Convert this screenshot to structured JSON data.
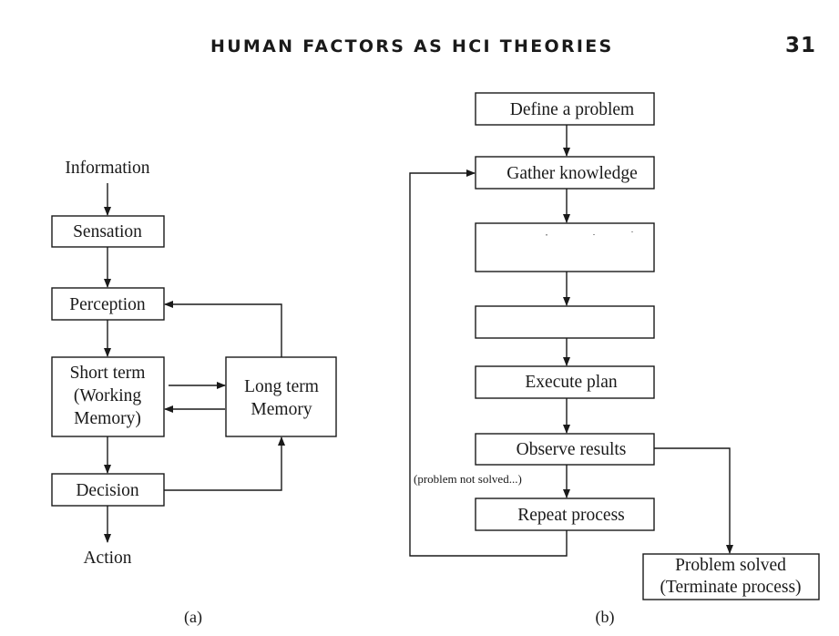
{
  "header": {
    "running_title": "HUMAN FACTORS AS HCI THEORIES",
    "page_number": "31"
  },
  "diagram_a": {
    "caption": "(a)",
    "information": "Information",
    "sensation": "Sensation",
    "perception": "Perception",
    "short_term": [
      "Short term",
      "(Working",
      "Memory)"
    ],
    "long_term": [
      "Long term",
      "Memory"
    ],
    "decision": "Decision",
    "action": "Action"
  },
  "diagram_b": {
    "caption": "(b)",
    "define_problem": "Define a problem",
    "gather_knowledge": "Gather knowledge",
    "step_3": "",
    "step_4": "",
    "execute_plan": "Execute plan",
    "observe_results": "Observe results",
    "not_solved_note": "(problem not solved...)",
    "repeat_process": "Repeat process",
    "problem_solved": [
      "Problem solved",
      "(Terminate process)"
    ]
  }
}
